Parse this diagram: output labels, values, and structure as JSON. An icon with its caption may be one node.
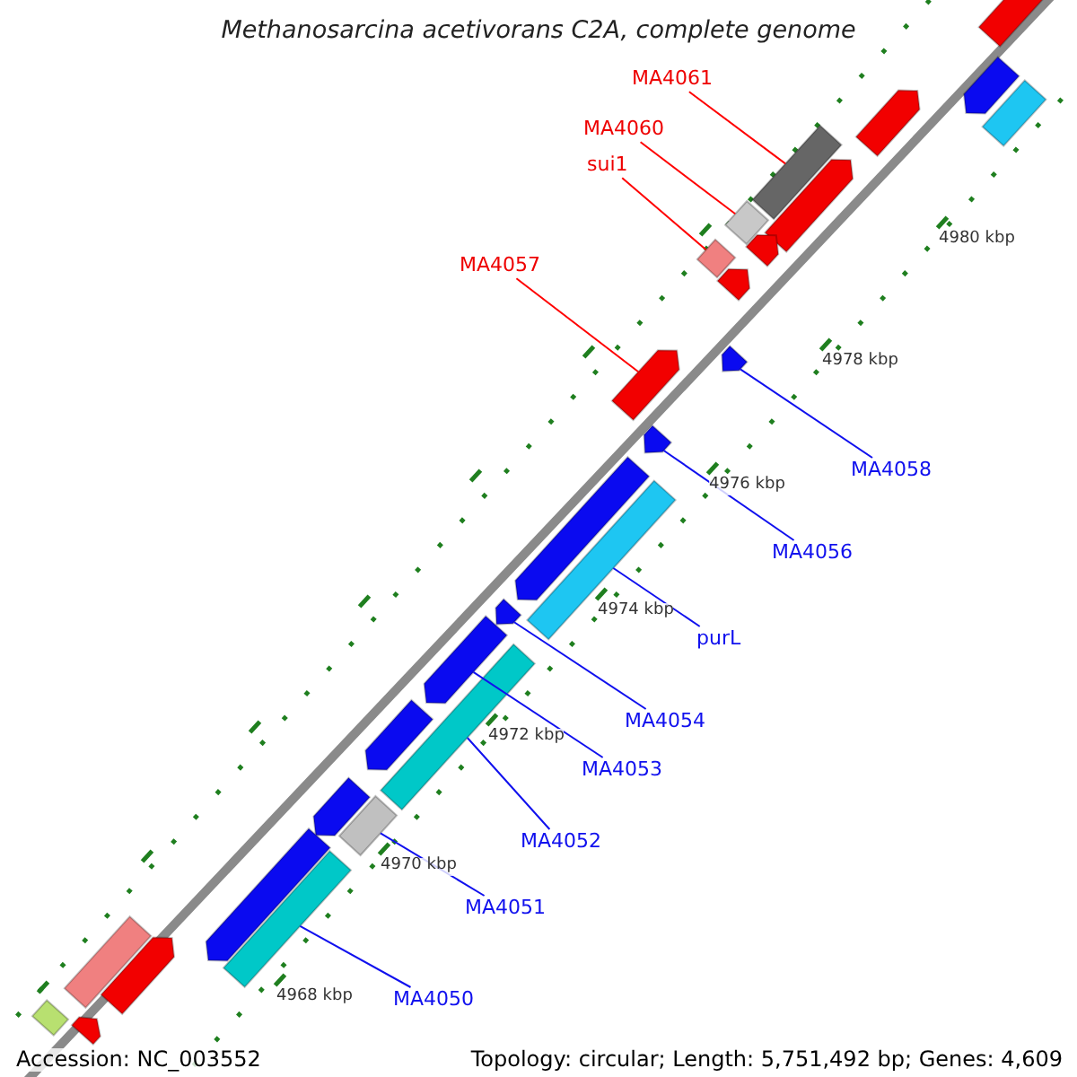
{
  "diagram": {
    "title": "Methanosarcina acetivorans C2A, complete genome",
    "nodes": [
      {
        "text": [
          "MA4061"
        ]
      },
      {
        "text": [
          "MA4060"
        ]
      },
      {
        "text": [
          "sui1"
        ]
      },
      {
        "text": [
          "MA4057"
        ]
      },
      {
        "text": [
          "MA4058"
        ]
      },
      {
        "text": [
          "MA4056"
        ]
      },
      {
        "text": [
          "purL"
        ]
      },
      {
        "text": [
          "MA4054"
        ]
      },
      {
        "text": [
          "MA4053"
        ]
      },
      {
        "text": [
          "MA4052"
        ]
      },
      {
        "text": [
          "MA4051"
        ]
      },
      {
        "text": [
          "MA4050"
        ]
      },
      {
        "text": [],
        "shape": "arrow"
      },
      {
        "text": [],
        "shape": "arrow"
      },
      {
        "text": [],
        "shape": "bar"
      },
      {
        "text": [],
        "shape": "arrow"
      },
      {
        "text": [],
        "shape": "bar"
      },
      {
        "text": [],
        "shape": "arrow"
      },
      {
        "text": [],
        "shape": "bar"
      },
      {
        "text": [],
        "shape": "arrow"
      },
      {
        "text": [],
        "shape": "bar"
      },
      {
        "text": [],
        "shape": "arrow"
      },
      {
        "text": [],
        "shape": "arrow"
      },
      {
        "text": [],
        "shape": "arrow"
      },
      {
        "text": [],
        "shape": "arrow"
      },
      {
        "text": [],
        "shape": "arrow"
      },
      {
        "text": [],
        "shape": "bar"
      },
      {
        "text": [],
        "shape": "arrow"
      },
      {
        "text": [],
        "shape": "arrow"
      },
      {
        "text": [],
        "shape": "bar"
      },
      {
        "text": [],
        "shape": "arrow"
      },
      {
        "text": [],
        "shape": "arrow"
      },
      {
        "text": [],
        "shape": "bar"
      },
      {
        "text": [],
        "shape": "arrow"
      },
      {
        "text": [],
        "shape": "bar"
      },
      {
        "text": [],
        "shape": "bar"
      },
      {
        "text": [],
        "shape": "arrow"
      },
      {
        "text": [],
        "shape": "bar"
      },
      {
        "text": [],
        "shape": "arrow"
      }
    ],
    "edges": [
      {
        "from": 0,
        "to": 16,
        "arrow": "none",
        "color": "#ff0000"
      },
      {
        "from": 1,
        "to": 18,
        "arrow": "none",
        "color": "#ff0000"
      },
      {
        "from": 2,
        "to": 20,
        "arrow": "none",
        "color": "#ff0000"
      },
      {
        "from": 3,
        "to": 23,
        "arrow": "none",
        "color": "#ff0000"
      },
      {
        "from": 4,
        "to": 22,
        "arrow": "none"
      },
      {
        "from": 5,
        "to": 24,
        "arrow": "none"
      },
      {
        "from": 6,
        "to": 26,
        "arrow": "none"
      },
      {
        "from": 7,
        "to": 27,
        "arrow": "none"
      },
      {
        "from": 8,
        "to": 28,
        "arrow": "none"
      },
      {
        "from": 9,
        "to": 29,
        "arrow": "none"
      },
      {
        "from": 10,
        "to": 32,
        "arrow": "none"
      },
      {
        "from": 11,
        "to": 34,
        "arrow": "none"
      }
    ],
    "labels": [
      "4980 kbp",
      "4978 kbp",
      "4976 kbp",
      "4974 kbp",
      "4972 kbp",
      "4970 kbp",
      "4968 kbp",
      "Accession: NC_003552",
      "Topology: circular; Length: 5,751,492 bp; Genes: 4,609"
    ]
  }
}
